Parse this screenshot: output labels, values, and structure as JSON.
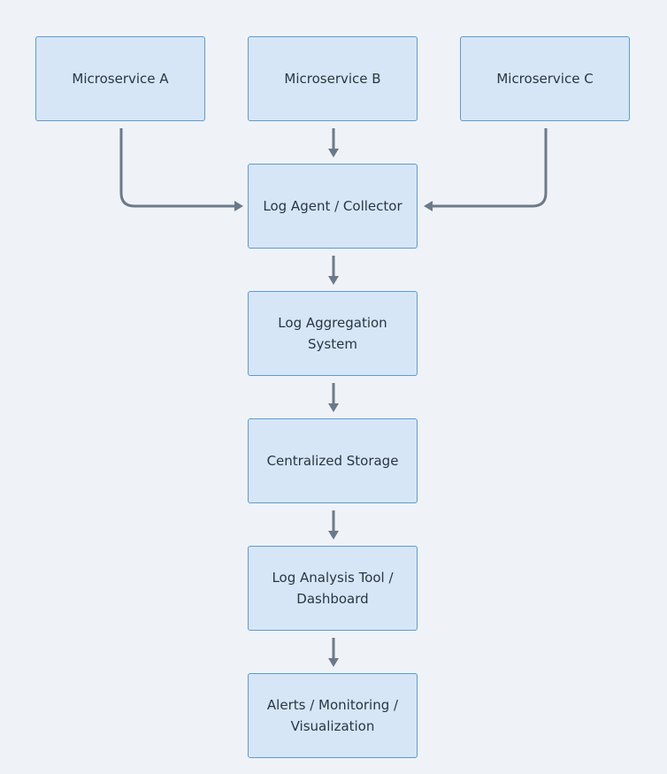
{
  "diagram": {
    "nodes": [
      {
        "id": "ms-a",
        "label": "Microservice A"
      },
      {
        "id": "ms-b",
        "label": "Microservice B"
      },
      {
        "id": "ms-c",
        "label": "Microservice C"
      },
      {
        "id": "agent",
        "label": "Log Agent / Collector"
      },
      {
        "id": "agg",
        "label": "Log Aggregation\nSystem"
      },
      {
        "id": "storage",
        "label": "Centralized Storage"
      },
      {
        "id": "analysis",
        "label": "Log Analysis Tool /\nDashboard"
      },
      {
        "id": "alerts",
        "label": "Alerts / Monitoring /\nVisualization"
      }
    ],
    "edges": [
      {
        "from": "ms-a",
        "to": "agent"
      },
      {
        "from": "ms-b",
        "to": "agent"
      },
      {
        "from": "ms-c",
        "to": "agent"
      },
      {
        "from": "agent",
        "to": "agg"
      },
      {
        "from": "agg",
        "to": "storage"
      },
      {
        "from": "storage",
        "to": "analysis"
      },
      {
        "from": "analysis",
        "to": "alerts"
      }
    ],
    "colors": {
      "background": "#eff3f7",
      "node_fill": "#d6e6f6",
      "node_border": "#5b9bd5",
      "node_text": "#2b3642",
      "arrow": "#6b7a8a"
    }
  }
}
